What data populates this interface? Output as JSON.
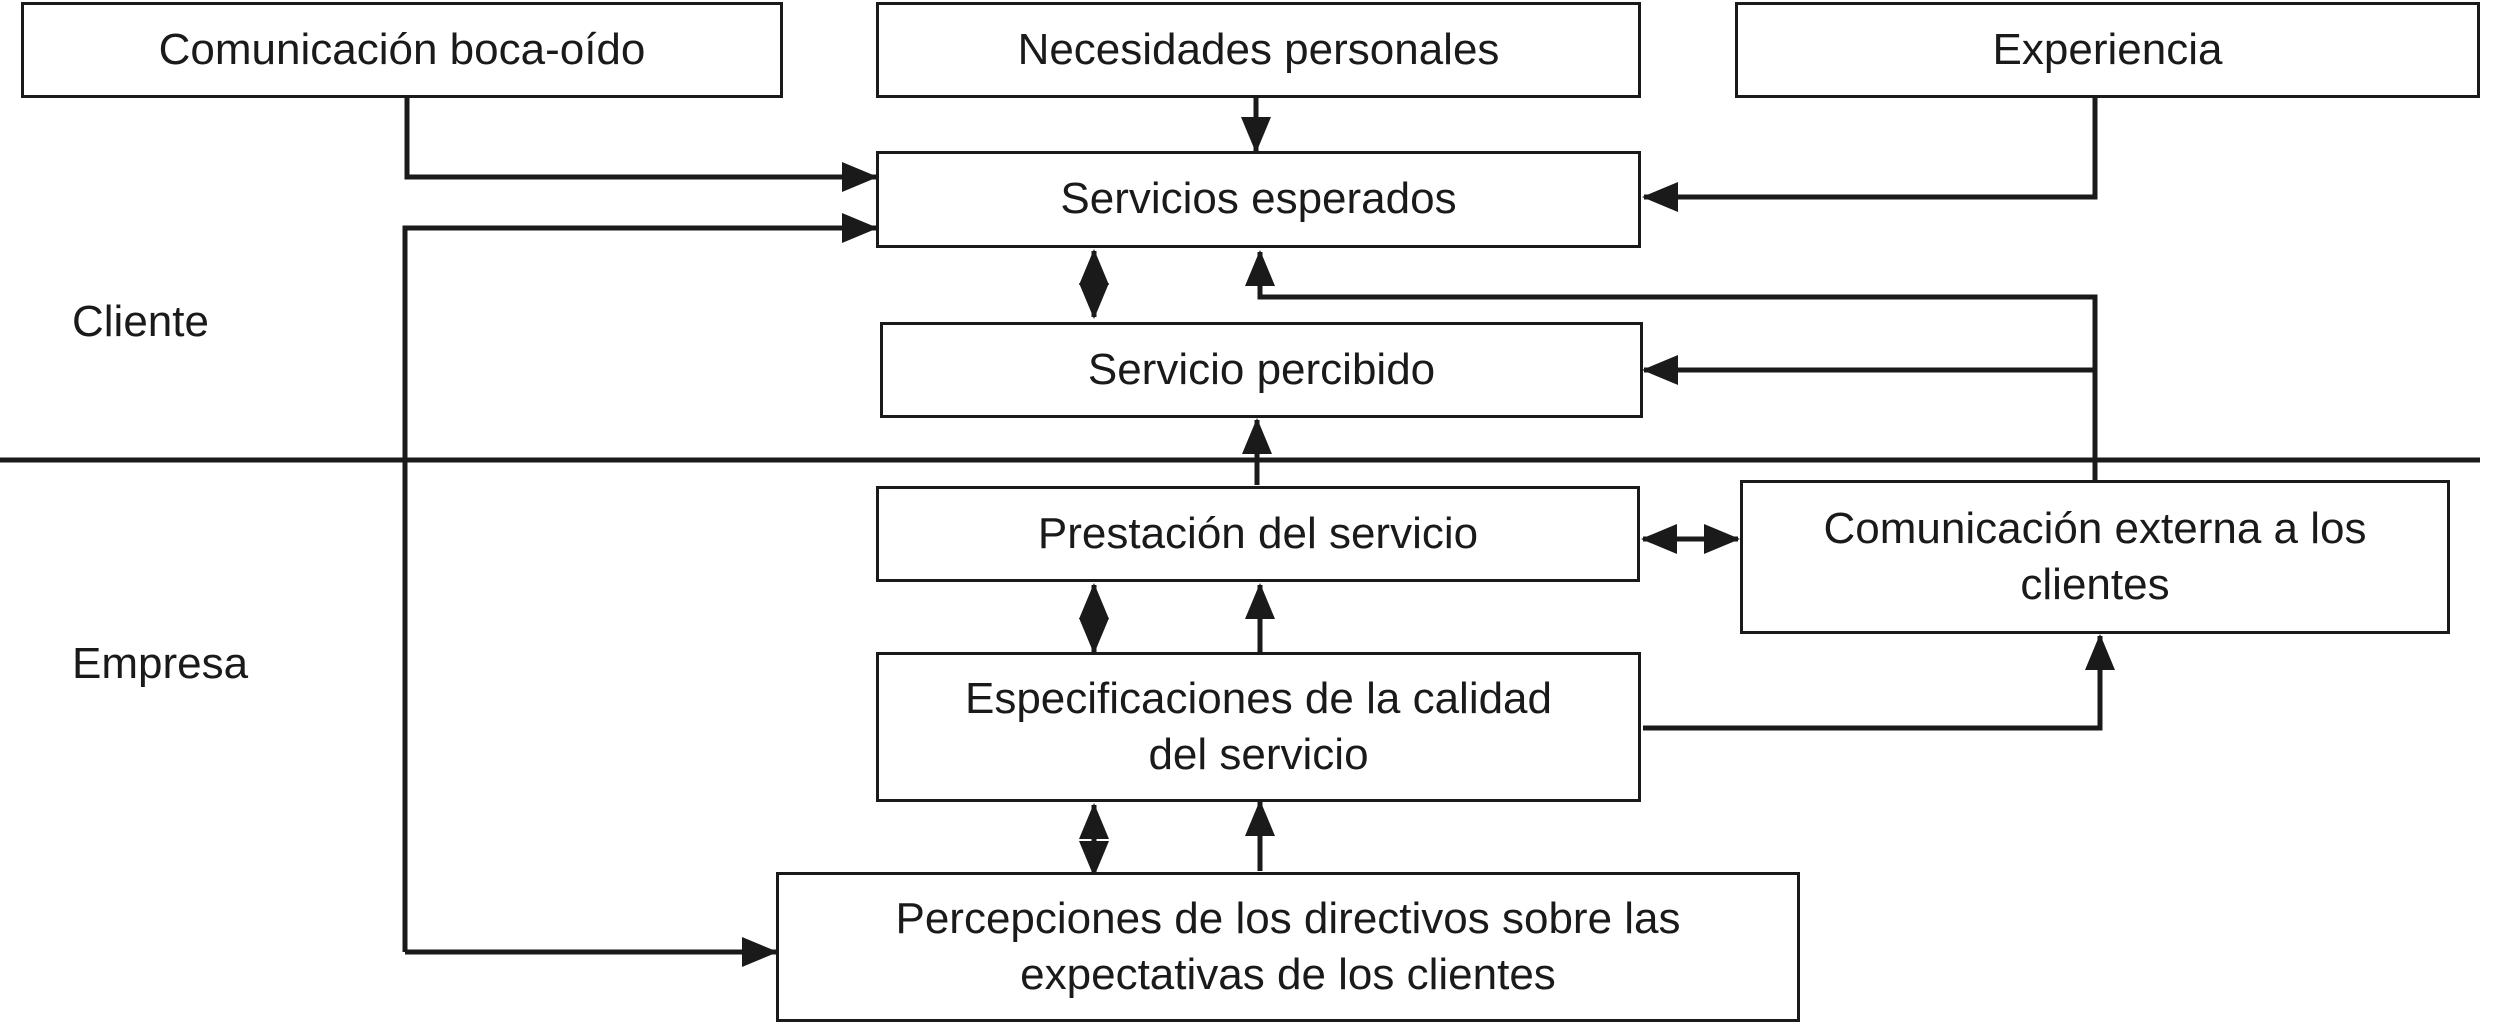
{
  "zones": {
    "client": "Cliente",
    "company": "Empresa"
  },
  "boxes": {
    "word_of_mouth": "Comunicación boca-oído",
    "personal_needs": "Necesidades personales",
    "experience": "Experiencia",
    "expected_service": "Servicios esperados",
    "perceived_service": "Servicio percibido",
    "service_delivery": "Prestación del servicio",
    "external_communication": "Comunicación externa a los clientes",
    "quality_specs": "Especificaciones de la calidad del servicio",
    "management_perceptions": "Percepciones de los directivos sobre las expectativas de los clientes"
  },
  "colors": {
    "ink": "#1a1a1a",
    "background": "#ffffff"
  }
}
